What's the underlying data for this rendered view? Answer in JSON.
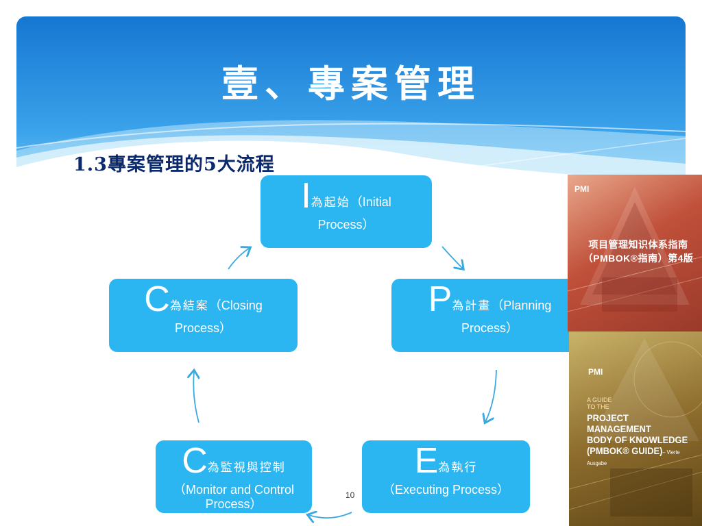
{
  "slide": {
    "title": "壹、專案管理",
    "subtitle": "1.3專案管理的5大流程",
    "page_number": "10"
  },
  "process": {
    "initial": {
      "letter": "I",
      "zh": "為起始",
      "en": "（Initial",
      "en2": "Process）"
    },
    "closing": {
      "letter": "C",
      "zh": "為結案",
      "en": "（Closing",
      "en2": "Process）"
    },
    "planning": {
      "letter": "P",
      "zh": "為計畫",
      "en": "（Planning",
      "en2": "Process）"
    },
    "monitor": {
      "letter": "C",
      "zh": "為監視與控制",
      "en": "",
      "en2": "（Monitor and Control Process）"
    },
    "executing": {
      "letter": "E",
      "zh": "為執行",
      "en": "",
      "en2": "（Executing Process）"
    }
  },
  "books": {
    "cn": {
      "logo": "PMI",
      "title_line1": "项目管理知识体系指南",
      "title_line2": "（PMBOK®指南）第4版"
    },
    "en": {
      "logo": "PMI",
      "pre1": "A GUIDE",
      "pre2": "TO THE",
      "line1": "PROJECT MANAGEMENT",
      "line2": "BODY OF KNOWLEDGE",
      "line3": "(PMBOK® GUIDE)",
      "edition": "– Vierte Ausgabe"
    }
  },
  "colors": {
    "box": "#2bb6f2",
    "header_dark": "#1a7fd6",
    "header_light": "#7fd1f7",
    "subtitle": "#0b2a6e",
    "arrow": "#39a9e0"
  }
}
